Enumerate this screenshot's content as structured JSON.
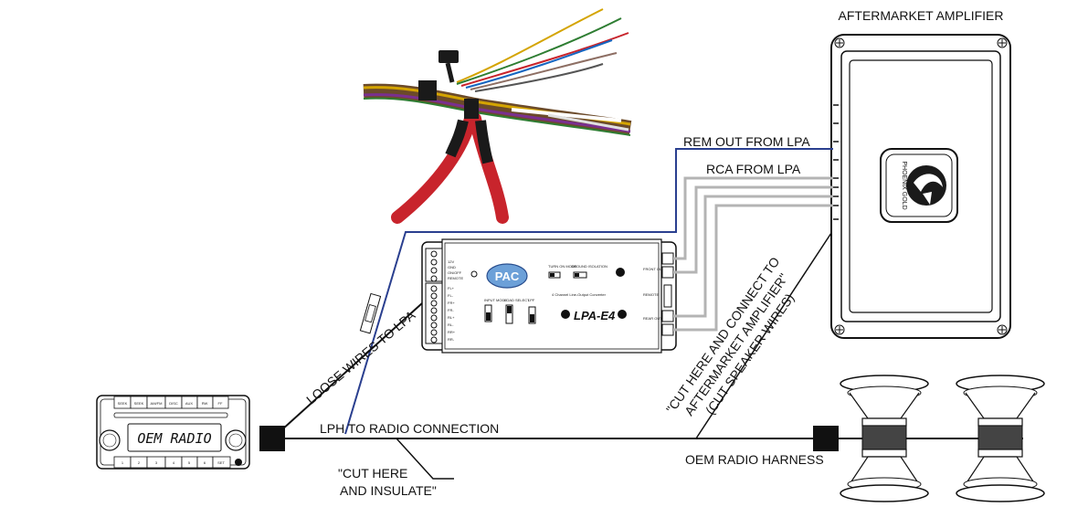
{
  "labels": {
    "amplifier_title": "AFTERMARKET AMPLIFIER",
    "rem_out": "REM OUT FROM LPA",
    "rca_from": "RCA FROM LPA",
    "loose_wires": "LOOSE WIRES TO LPA",
    "lph_connection": "LPH TO RADIO CONNECTION",
    "cut_insulate_1": "\"CUT HERE",
    "cut_insulate_2": "AND INSULATE\"",
    "cut_connect_1": "\"CUT HERE AND CONNECT TO",
    "cut_connect_2": "AFTERMARKET AMPLIFIER\"",
    "cut_connect_3": "(CUT SPEAKER WIRES)",
    "oem_harness": "OEM RADIO HARNESS"
  },
  "radio": {
    "display": "OEM RADIO",
    "top_buttons": [
      "SEEK",
      "SEEK",
      "AM/FM",
      "DISC",
      "AUX",
      "RW",
      "FF"
    ],
    "preset_buttons": [
      "1",
      "2",
      "3",
      "4",
      "5",
      "6",
      "SET"
    ]
  },
  "lpa": {
    "logo": "PAC",
    "model": "LPA-E4",
    "subtitle": "4 Channel Line-Output Converter",
    "front_output": "FRONT OUTPUT",
    "rear_output": "REAR OUTPUT",
    "remote": "REMOTE",
    "input_mode": "INPUT MODE",
    "load_select": "LOAD SELECT",
    "lpf": "LPF",
    "turn_on_mode": "TURN ON MODE",
    "ground_isolation": "GROUND ISOLATION",
    "pin_labels_top": [
      "12V",
      "GND",
      "ON/OFF",
      "REMOTE"
    ],
    "pin_labels_bottom": [
      "FL+",
      "FL-",
      "FR+",
      "FR-",
      "RL+",
      "RL-",
      "RR+",
      "RR-"
    ]
  },
  "amplifier": {
    "brand": "PHOENIX GOLD"
  },
  "colors": {
    "rem_wire": "#2a3f8f",
    "rca_wire": "#b4b4b4",
    "harness_red": "#c8242c"
  }
}
